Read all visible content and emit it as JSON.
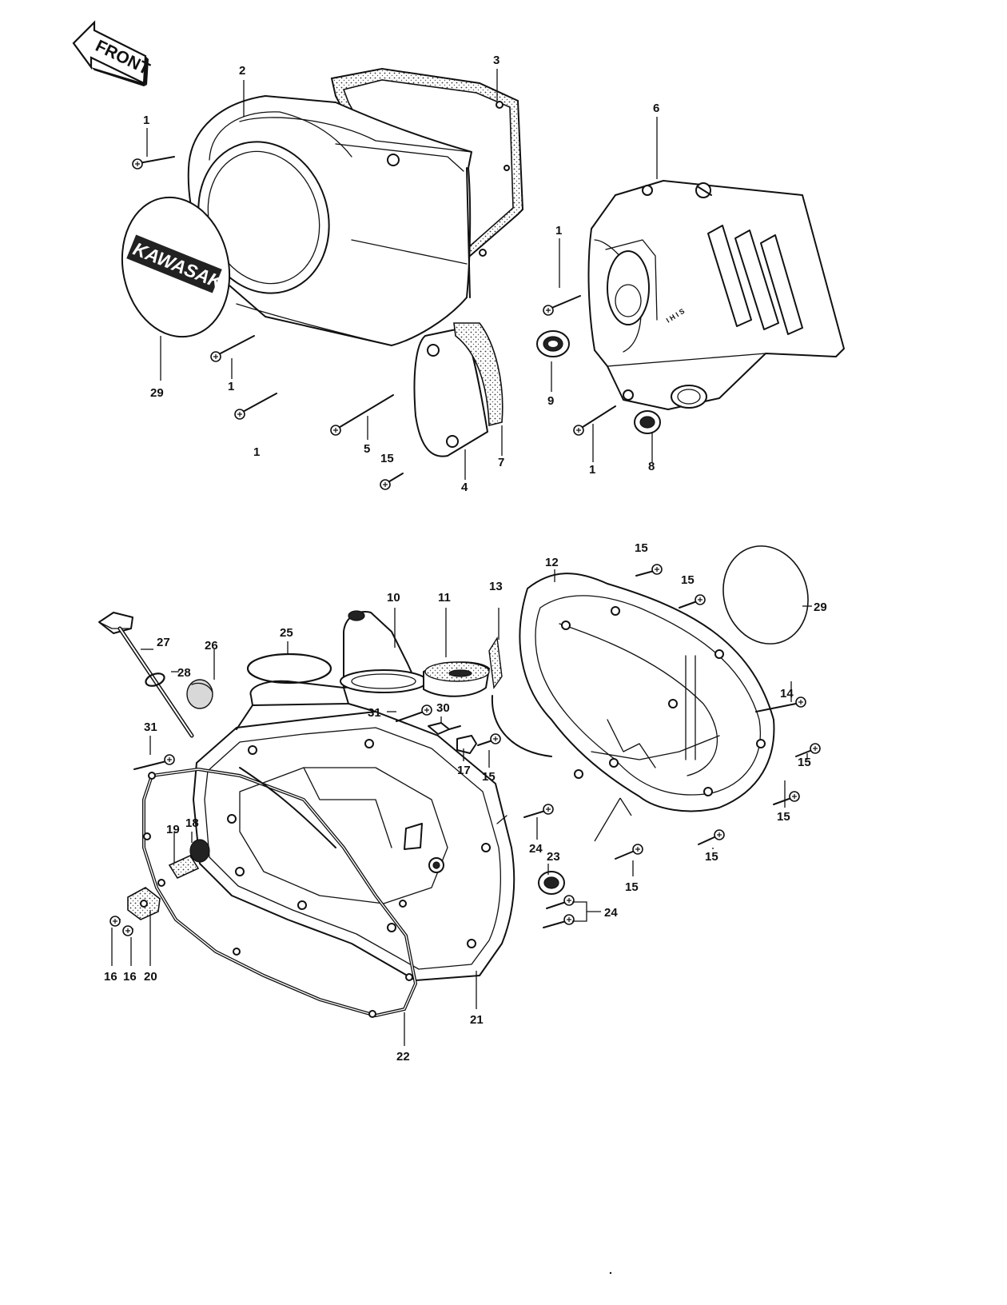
{
  "direction_arrow": {
    "label": "FRONT"
  },
  "logo": {
    "text": "KAWASAKI"
  },
  "callouts": {
    "c_1a": "1",
    "c_1b": "1",
    "c_1c": "1",
    "c_1d": "1",
    "c_1e": "1",
    "c_2": "2",
    "c_3": "3",
    "c_4": "4",
    "c_5": "5",
    "c_6": "6",
    "c_7": "7",
    "c_8": "8",
    "c_9": "9",
    "c_10": "10",
    "c_11": "11",
    "c_12": "12",
    "c_13": "13",
    "c_14": "14",
    "c_15a": "15",
    "c_15b": "15",
    "c_15c": "15",
    "c_15d": "15",
    "c_15e": "15",
    "c_15f": "15",
    "c_15g": "15",
    "c_15h": "15",
    "c_16a": "16",
    "c_16b": "16",
    "c_17": "17",
    "c_18": "18",
    "c_19": "19",
    "c_20": "20",
    "c_21": "21",
    "c_22": "22",
    "c_23": "23",
    "c_24a": "24",
    "c_24b": "24",
    "c_25": "25",
    "c_26": "26",
    "c_27": "27",
    "c_28": "28",
    "c_29a": "29",
    "c_29b": "29",
    "c_30": "30",
    "c_31a": "31",
    "c_31b": "31"
  },
  "colors": {
    "ink": "#111111",
    "paper": "#ffffff",
    "stipple": "#d8d8d8"
  },
  "icons": [
    "front-arrow-icon"
  ]
}
